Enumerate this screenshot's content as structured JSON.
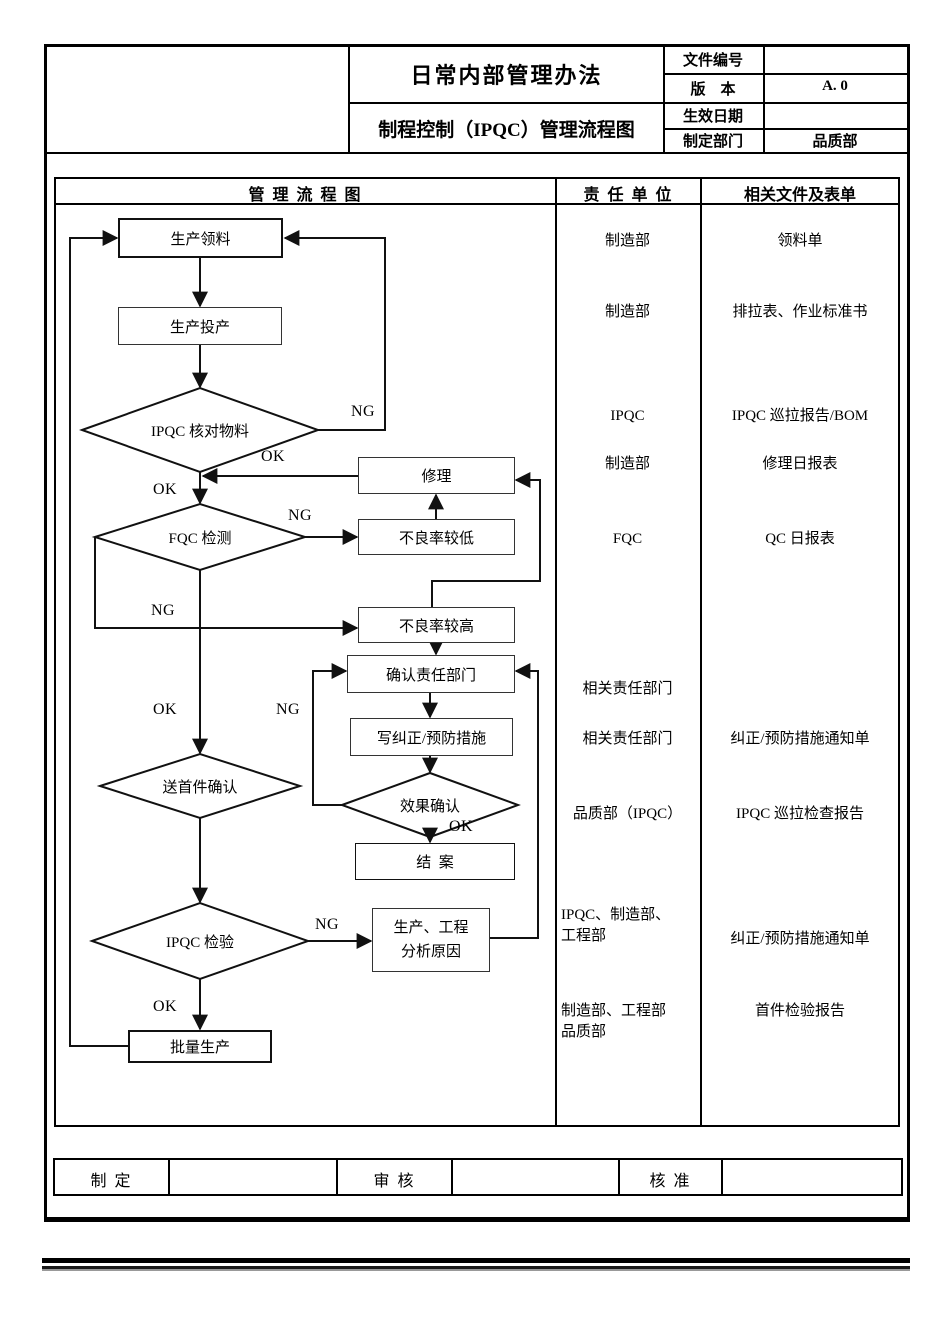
{
  "doc_header": {
    "title": "日常内部管理办法",
    "subtitle": "制程控制（IPQC）管理流程图",
    "fields": [
      {
        "label": "文件编号",
        "value": ""
      },
      {
        "label": "版    本",
        "value": "A. 0"
      },
      {
        "label": "生效日期",
        "value": ""
      },
      {
        "label": "制定部门",
        "value": "品质部"
      }
    ]
  },
  "table": {
    "headers": {
      "flow": "管  理  流  程  图",
      "responsible": "责  任  单  位",
      "documents": "相关文件及表单"
    },
    "rows": [
      {
        "responsible": "制造部",
        "documents": "领料单"
      },
      {
        "responsible": "制造部",
        "documents": "排拉表、作业标准书"
      },
      {
        "responsible": "IPQC",
        "documents": "IPQC 巡拉报告/BOM"
      },
      {
        "responsible": "制造部",
        "documents": "修理日报表"
      },
      {
        "responsible": "FQC",
        "documents": "QC 日报表"
      },
      {
        "responsible": "相关责任部门",
        "documents": ""
      },
      {
        "responsible": "相关责任部门",
        "documents": "纠正/预防措施通知单"
      },
      {
        "responsible": "品质部（IPQC）",
        "documents": "IPQC 巡拉检查报告"
      },
      {
        "responsible": "IPQC、制造部、\n工程部",
        "documents": "纠正/预防措施通知单"
      },
      {
        "responsible": "制造部、工程部\n品质部",
        "documents": "首件检验报告"
      }
    ]
  },
  "flow": {
    "nodes": {
      "produce_pick": "生产领料",
      "produce_start": "生产投产",
      "check_material": "IPQC 核对物料",
      "repair": "修理",
      "fqc_test": "FQC 检测",
      "low_defect": "不良率较低",
      "high_defect": "不良率较高",
      "confirm_dept": "确认责任部门",
      "write_action": "写纠正/预防措施",
      "effect_confirm": "效果确认",
      "close_case": "结  案",
      "first_confirm": "送首件确认",
      "ipqc_inspect": "IPQC 检验",
      "analyze_cause": "生产、工程\n分析原因",
      "mass_production": "批量生产"
    },
    "edge_labels": {
      "material_ng": "NG",
      "material_ok": "OK",
      "repair_ok": "OK",
      "fqc_ng": "NG",
      "fqc_ng_high": "NG",
      "fqc_ok": "OK",
      "effect_ng": "NG",
      "effect_ok": "OK",
      "inspect_ng": "NG",
      "inspect_ok": "OK"
    }
  },
  "approval": {
    "made": "制  定",
    "review": "审  核",
    "approve": "核  准"
  }
}
